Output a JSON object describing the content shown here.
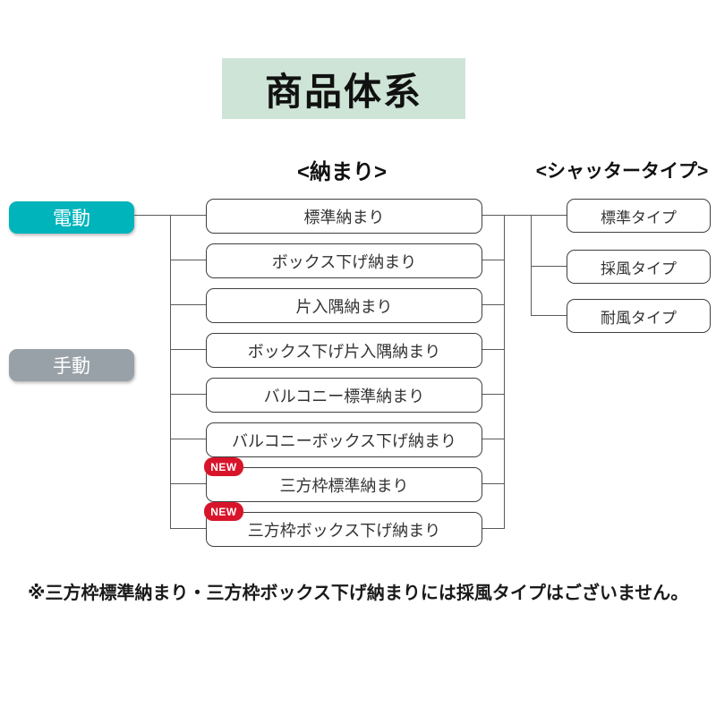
{
  "title": "商品体系",
  "headers": {
    "fit": "<納まり>",
    "shutter": "<シャッタータイプ>"
  },
  "drives": [
    {
      "label": "電動"
    },
    {
      "label": "手動"
    }
  ],
  "fit_boxes": [
    {
      "label": "標準納まり",
      "new": false
    },
    {
      "label": "ボックス下げ納まり",
      "new": false
    },
    {
      "label": "片入隅納まり",
      "new": false
    },
    {
      "label": "ボックス下げ片入隅納まり",
      "new": false
    },
    {
      "label": "バルコニー標準納まり",
      "new": false
    },
    {
      "label": "バルコニーボックス下げ納まり",
      "new": false
    },
    {
      "label": "三方枠標準納まり",
      "new": true
    },
    {
      "label": "三方枠ボックス下げ納まり",
      "new": true
    }
  ],
  "new_badge": "NEW",
  "shutter_types": [
    {
      "label": "標準タイプ"
    },
    {
      "label": "採風タイプ"
    },
    {
      "label": "耐風タイプ"
    }
  ],
  "footnote": "※三方枠標準納まり・三方枠ボックス下げ納まりには採風タイプはございません。",
  "colors": {
    "title_bg": "#cee4d7",
    "electric_bg": "#00b4bc",
    "manual_bg": "#99a1a8",
    "badge_bg": "#d8142b",
    "line": "#5a5a5a",
    "box_border": "#3f3f3f"
  }
}
